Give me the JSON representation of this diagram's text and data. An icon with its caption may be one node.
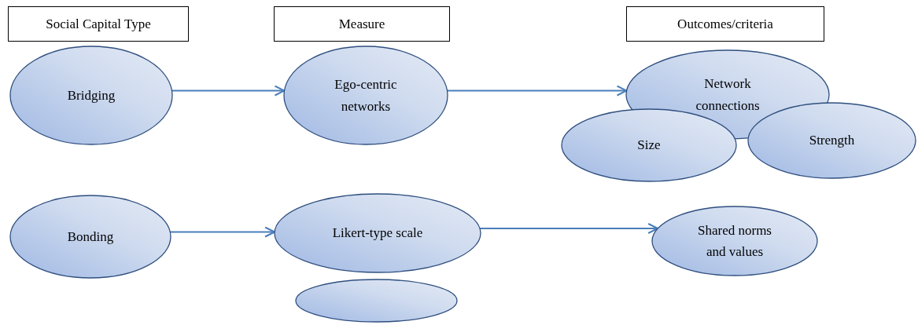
{
  "diagram": {
    "nodes": [
      {
        "text": [
          "Social Capital Type"
        ]
      },
      {
        "text": [
          "Measure"
        ]
      },
      {
        "text": [
          "Outcomes/criteria"
        ]
      },
      {
        "text": [
          "Bridging"
        ]
      },
      {
        "text": [
          "Ego-centric networks"
        ]
      },
      {
        "text": [
          "Network connections"
        ]
      },
      {
        "text": [
          "Size"
        ]
      },
      {
        "text": [
          "Strength"
        ]
      },
      {
        "text": [
          "Bonding"
        ]
      },
      {
        "text": [
          "Likert-type scale"
        ]
      },
      {
        "text": [],
        "shape": "ellipse"
      },
      {
        "text": [
          "Shared norms and values"
        ]
      }
    ],
    "edges": [
      {
        "from": 3,
        "to": 4,
        "arrow": "to"
      },
      {
        "from": 4,
        "to": 5,
        "arrow": "to"
      },
      {
        "from": 8,
        "to": 9,
        "arrow": "to"
      },
      {
        "from": 9,
        "to": 11,
        "arrow": "to"
      }
    ]
  }
}
